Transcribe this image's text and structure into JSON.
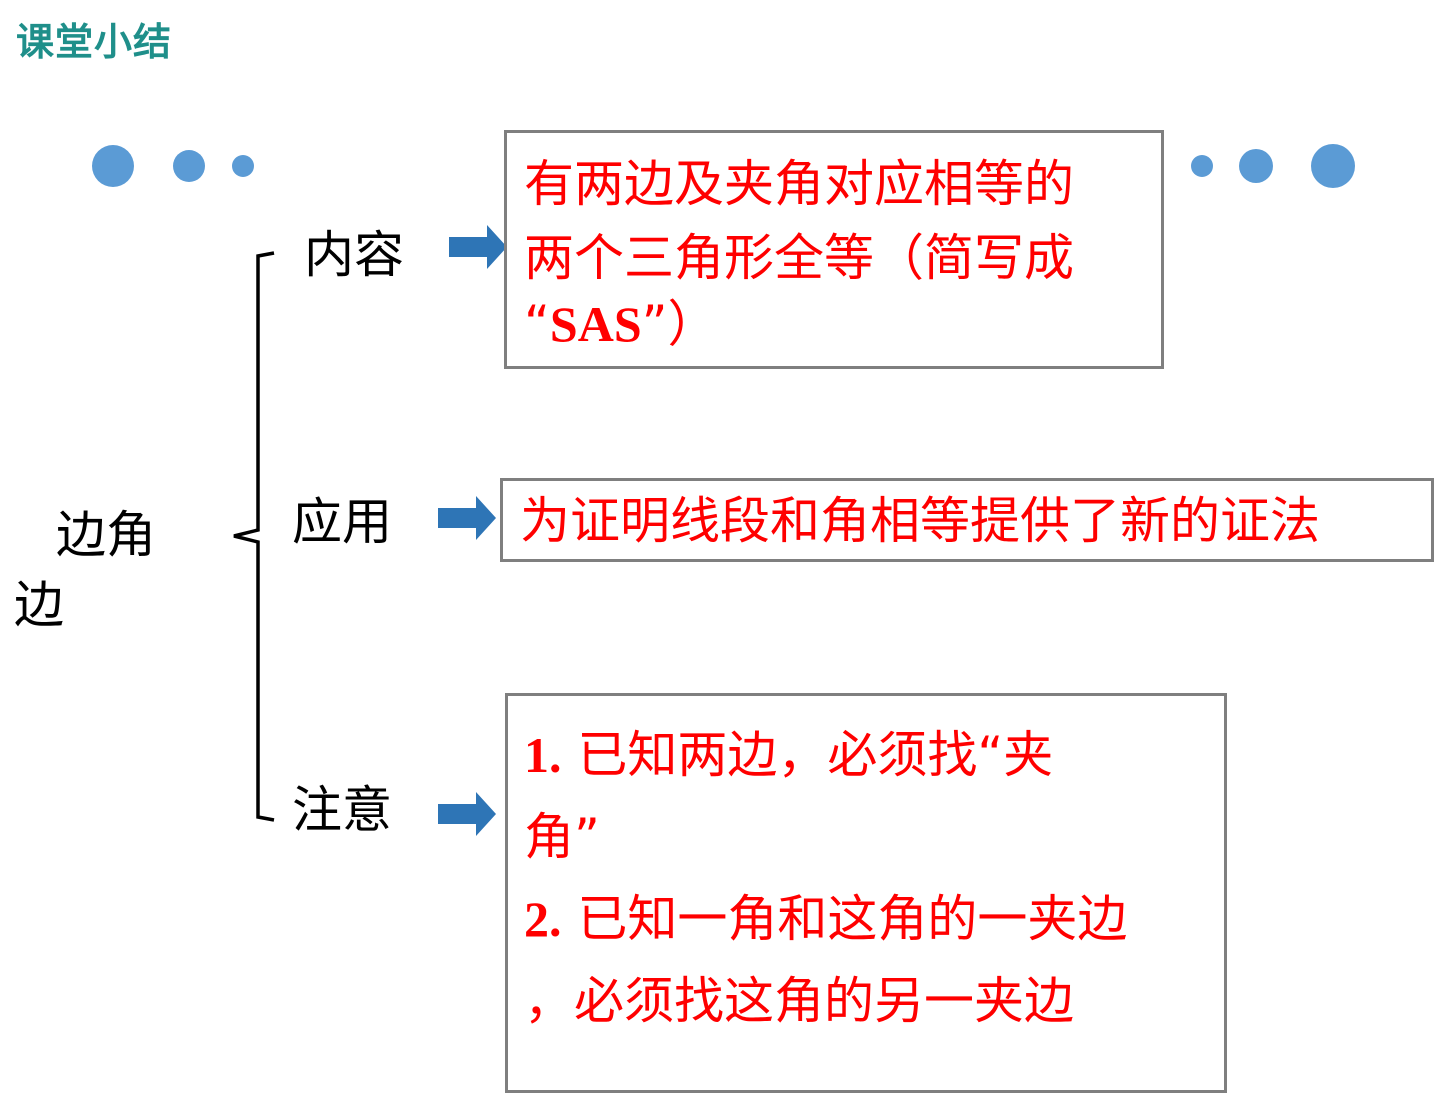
{
  "title": "课堂小结",
  "main_topic": {
    "line1": "边角",
    "line2": "边"
  },
  "branches": {
    "content": {
      "label": "内容",
      "text_line1": "有两边及夹角对应相等的",
      "text_line2": "两个三角形全等（简写成",
      "text_line3_open": "“",
      "text_line3_abbr": "SAS",
      "text_line3_close": "”）"
    },
    "application": {
      "label": "应用",
      "text": "为证明线段和角相等提供了新的证法"
    },
    "notes": {
      "label": "注意",
      "item1_num": "1.",
      "item1_line1": " 已知两边，必须找“夹",
      "item1_line2": "角”",
      "item2_num": "2.",
      "item2_line1": "  已知一角和这角的一夹边",
      "item2_line2": "，必须找这角的另一夹边"
    }
  },
  "colors": {
    "title": "#1f8f8a",
    "accent_dot": "#5b9bd5",
    "arrow": "#2e75b6",
    "emphasis_text": "#ff0000",
    "box_border": "#7f7f7f"
  },
  "icons": {
    "arrow": "right-arrow-icon",
    "dot": "circle-dot-icon"
  }
}
